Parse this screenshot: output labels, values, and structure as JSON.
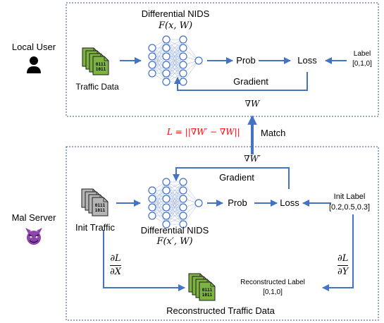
{
  "local": {
    "role_label": "Local User",
    "nids_title": "Differential NIDS",
    "nids_formula": "F(x, W)",
    "traffic_label": "Traffic Data",
    "prob": "Prob",
    "loss": "Loss",
    "label_title": "Label",
    "label_value": "[0,1,0]",
    "gradient": "Gradient",
    "grad_symbol": "∇W"
  },
  "middle": {
    "loss_equation": "L = ||∇W′ − ∇W||",
    "match": "Match",
    "grad_prime": "∇W′"
  },
  "server": {
    "role_label": "Mal Server",
    "gradient": "Gradient",
    "prob": "Prob",
    "loss": "Loss",
    "init_traffic": "Init Traffic",
    "nids_title": "Differential NIDS",
    "nids_formula": "F(x′, W)",
    "init_label_title": "Init Label",
    "init_label_value": "[0.2,0.5,0.3]",
    "dldx_num": "∂L",
    "dldx_den": "∂X",
    "dldy_num": "∂L",
    "dldy_den": "∂Y",
    "recon_label_title": "Reconstructed Label",
    "recon_label_value": "[0,1,0]",
    "recon_traffic": "Reconstructed Traffic Data"
  },
  "file_icon_text": [
    "0111",
    "1011"
  ],
  "colors": {
    "arrow": "#4472C4",
    "box_border": "#2F5597",
    "node_stroke": "#4472C4",
    "file_green_fill": "#7CB342",
    "file_gray_fill": "#B5B5B5",
    "equation_red": "#FF0000",
    "devil_purple": "#8E44AD"
  },
  "icons": [
    "user-silhouette-icon",
    "devil-face-icon",
    "traffic-files-icon",
    "neural-network-icon"
  ]
}
